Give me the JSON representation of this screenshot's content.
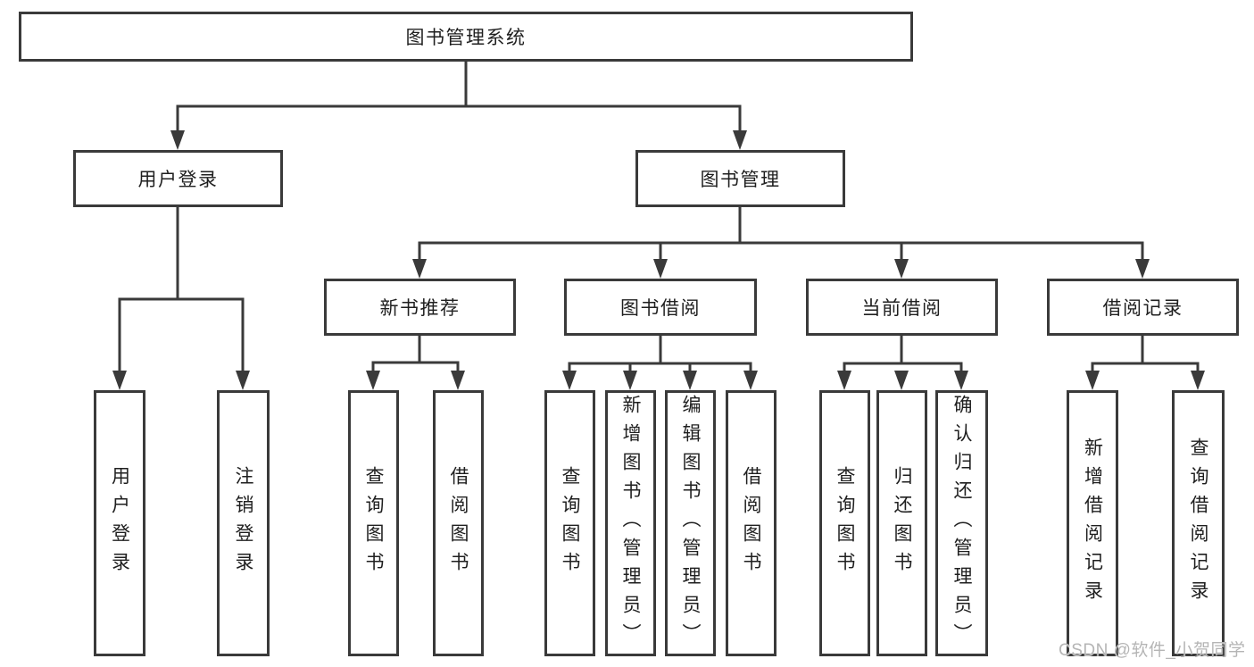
{
  "tree": {
    "root": "图书管理系统",
    "branches": [
      {
        "label": "用户登录",
        "children": [
          "用户登录",
          "注销登录"
        ]
      },
      {
        "label": "图书管理",
        "children": [
          {
            "label": "新书推荐",
            "children": [
              "查询图书",
              "借阅图书"
            ]
          },
          {
            "label": "图书借阅",
            "children": [
              "查询图书",
              "新增图书（管理员）",
              "编辑图书（管理员）",
              "借阅图书"
            ]
          },
          {
            "label": "当前借阅",
            "children": [
              "查询图书",
              "归还图书",
              "确认归还（管理员）"
            ]
          },
          {
            "label": "借阅记录",
            "children": [
              "新增借阅记录",
              "查询借阅记录"
            ]
          }
        ]
      }
    ]
  },
  "watermark": {
    "text": "CSDN @软件_小贺同学"
  },
  "colors": {
    "line": "#3a3a3a",
    "text": "#1f1f1f",
    "box_background": "#ffffff",
    "watermark": "#b5b5b5"
  }
}
